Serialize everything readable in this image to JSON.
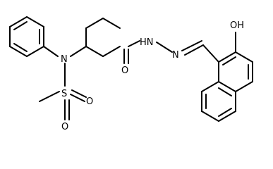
{
  "molecule": {
    "atoms": {
      "hydroxyl": "OH",
      "nitrogen_amine": "N",
      "nitrogen_hydrazide_nh": "HN",
      "nitrogen_imine": "N",
      "oxygen_carbonyl": "O",
      "sulfur": "S",
      "sulfonyl_oxygen_1": "O",
      "sulfonyl_oxygen_2": "O"
    }
  }
}
